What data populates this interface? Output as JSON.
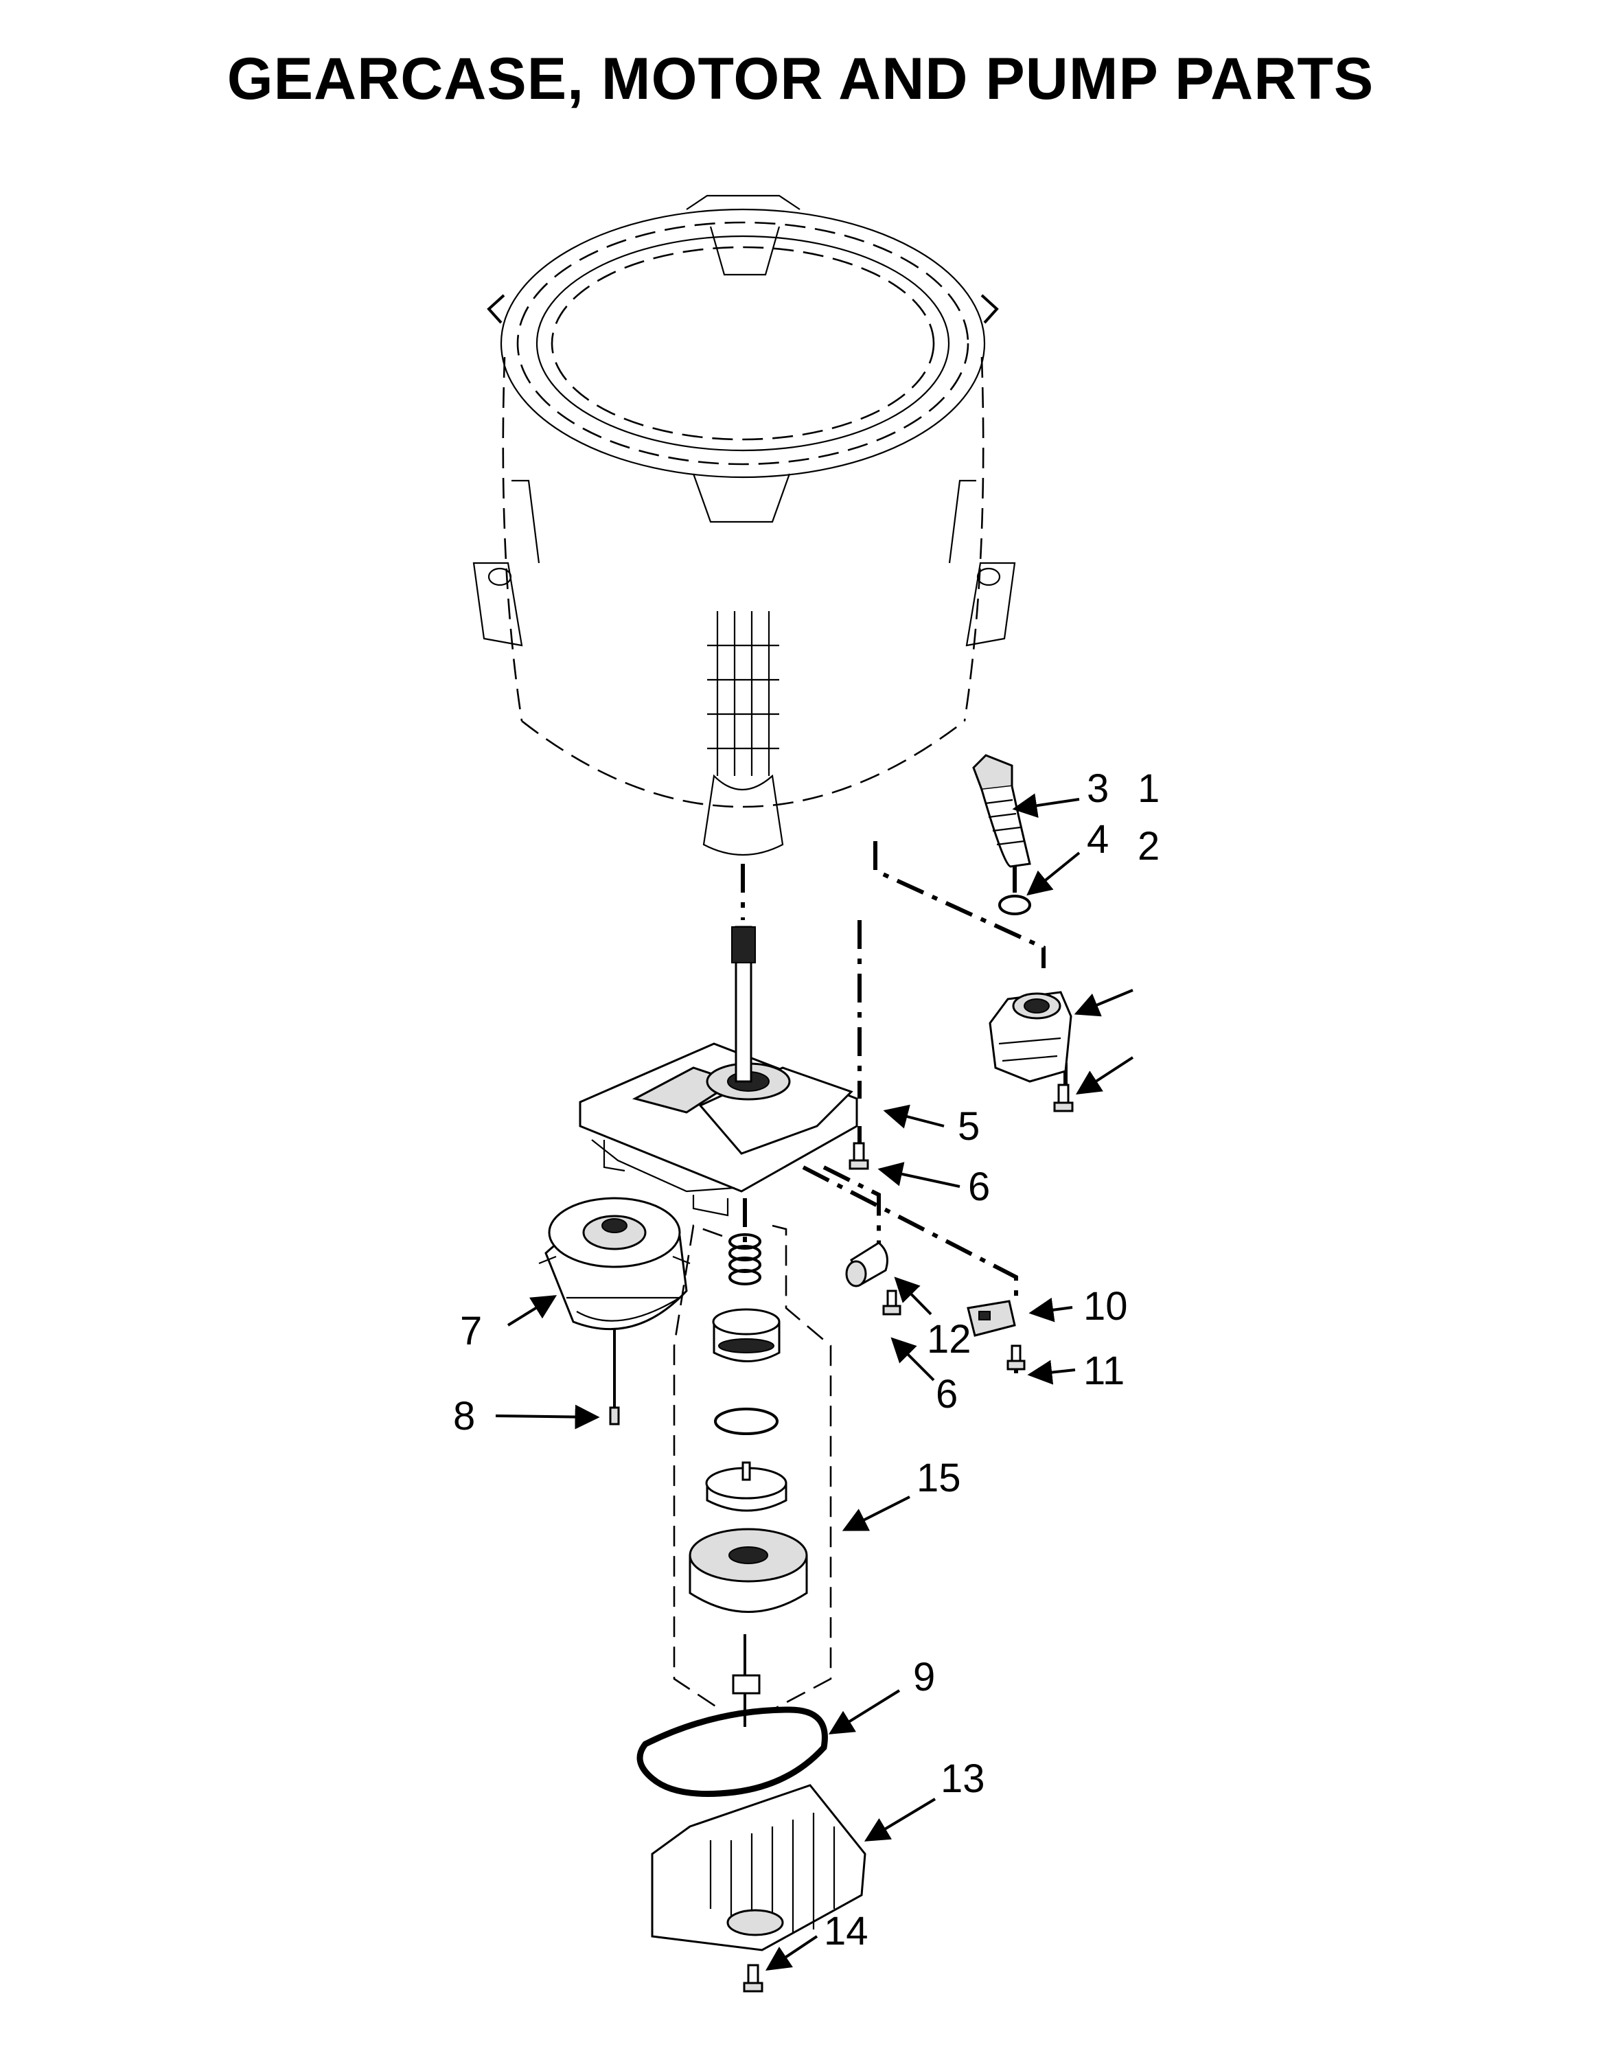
{
  "title": "GEARCASE, MOTOR AND PUMP PARTS",
  "callouts": [
    {
      "id": "1",
      "label": "1"
    },
    {
      "id": "2",
      "label": "2"
    },
    {
      "id": "3",
      "label": "3"
    },
    {
      "id": "4",
      "label": "4"
    },
    {
      "id": "5",
      "label": "5"
    },
    {
      "id": "6a",
      "label": "6"
    },
    {
      "id": "6b",
      "label": "6"
    },
    {
      "id": "7",
      "label": "7"
    },
    {
      "id": "8",
      "label": "8"
    },
    {
      "id": "9",
      "label": "9"
    },
    {
      "id": "10",
      "label": "10"
    },
    {
      "id": "11",
      "label": "11"
    },
    {
      "id": "12",
      "label": "12"
    },
    {
      "id": "13",
      "label": "13"
    },
    {
      "id": "14",
      "label": "14"
    },
    {
      "id": "15",
      "label": "15"
    }
  ]
}
